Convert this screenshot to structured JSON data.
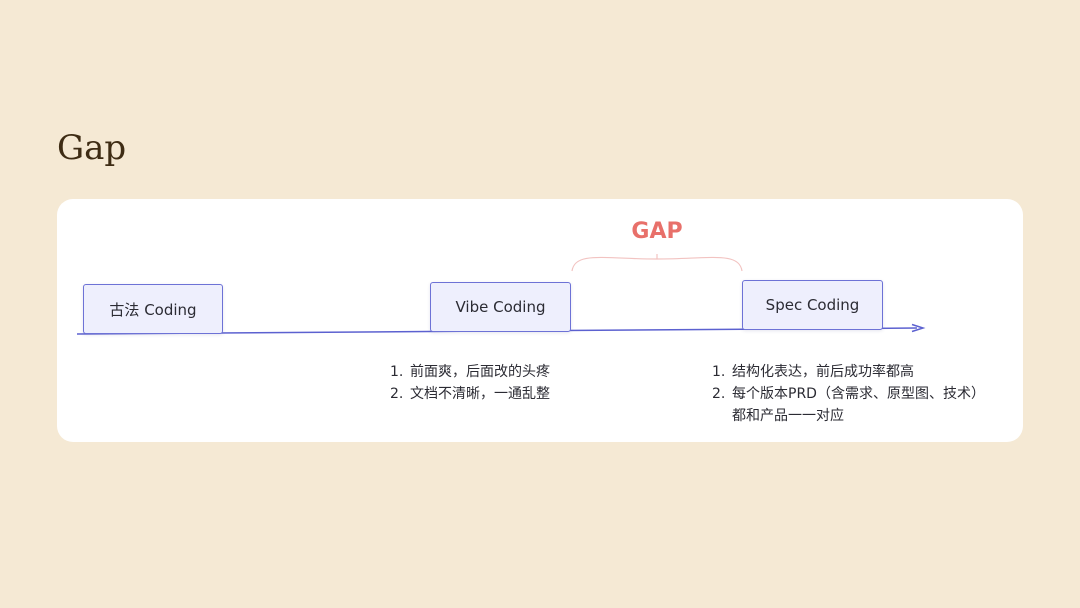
{
  "page": {
    "title": "Gap"
  },
  "diagram": {
    "gap_label": "GAP",
    "stages": [
      {
        "label": "古法 Coding"
      },
      {
        "label": "Vibe Coding"
      },
      {
        "label": "Spec Coding"
      }
    ],
    "vibe_notes": [
      {
        "num": "1.",
        "text": "前面爽，后面改的头疼"
      },
      {
        "num": "2.",
        "text": "文档不清晰，一通乱整"
      }
    ],
    "spec_notes": [
      {
        "num": "1.",
        "text": "结构化表达，前后成功率都高"
      },
      {
        "num": "2.",
        "text": "每个版本PRD（含需求、原型图、技术）\n都和产品一一对应"
      }
    ]
  },
  "colors": {
    "background": "#f5e9d4",
    "card": "#ffffff",
    "title": "#3e2c14",
    "gap_label": "#e8706a",
    "gap_brace": "#f2c3c1",
    "axis": "#5c61d0",
    "box_border": "#6d72d6",
    "box_fill": "#eeeffd"
  }
}
